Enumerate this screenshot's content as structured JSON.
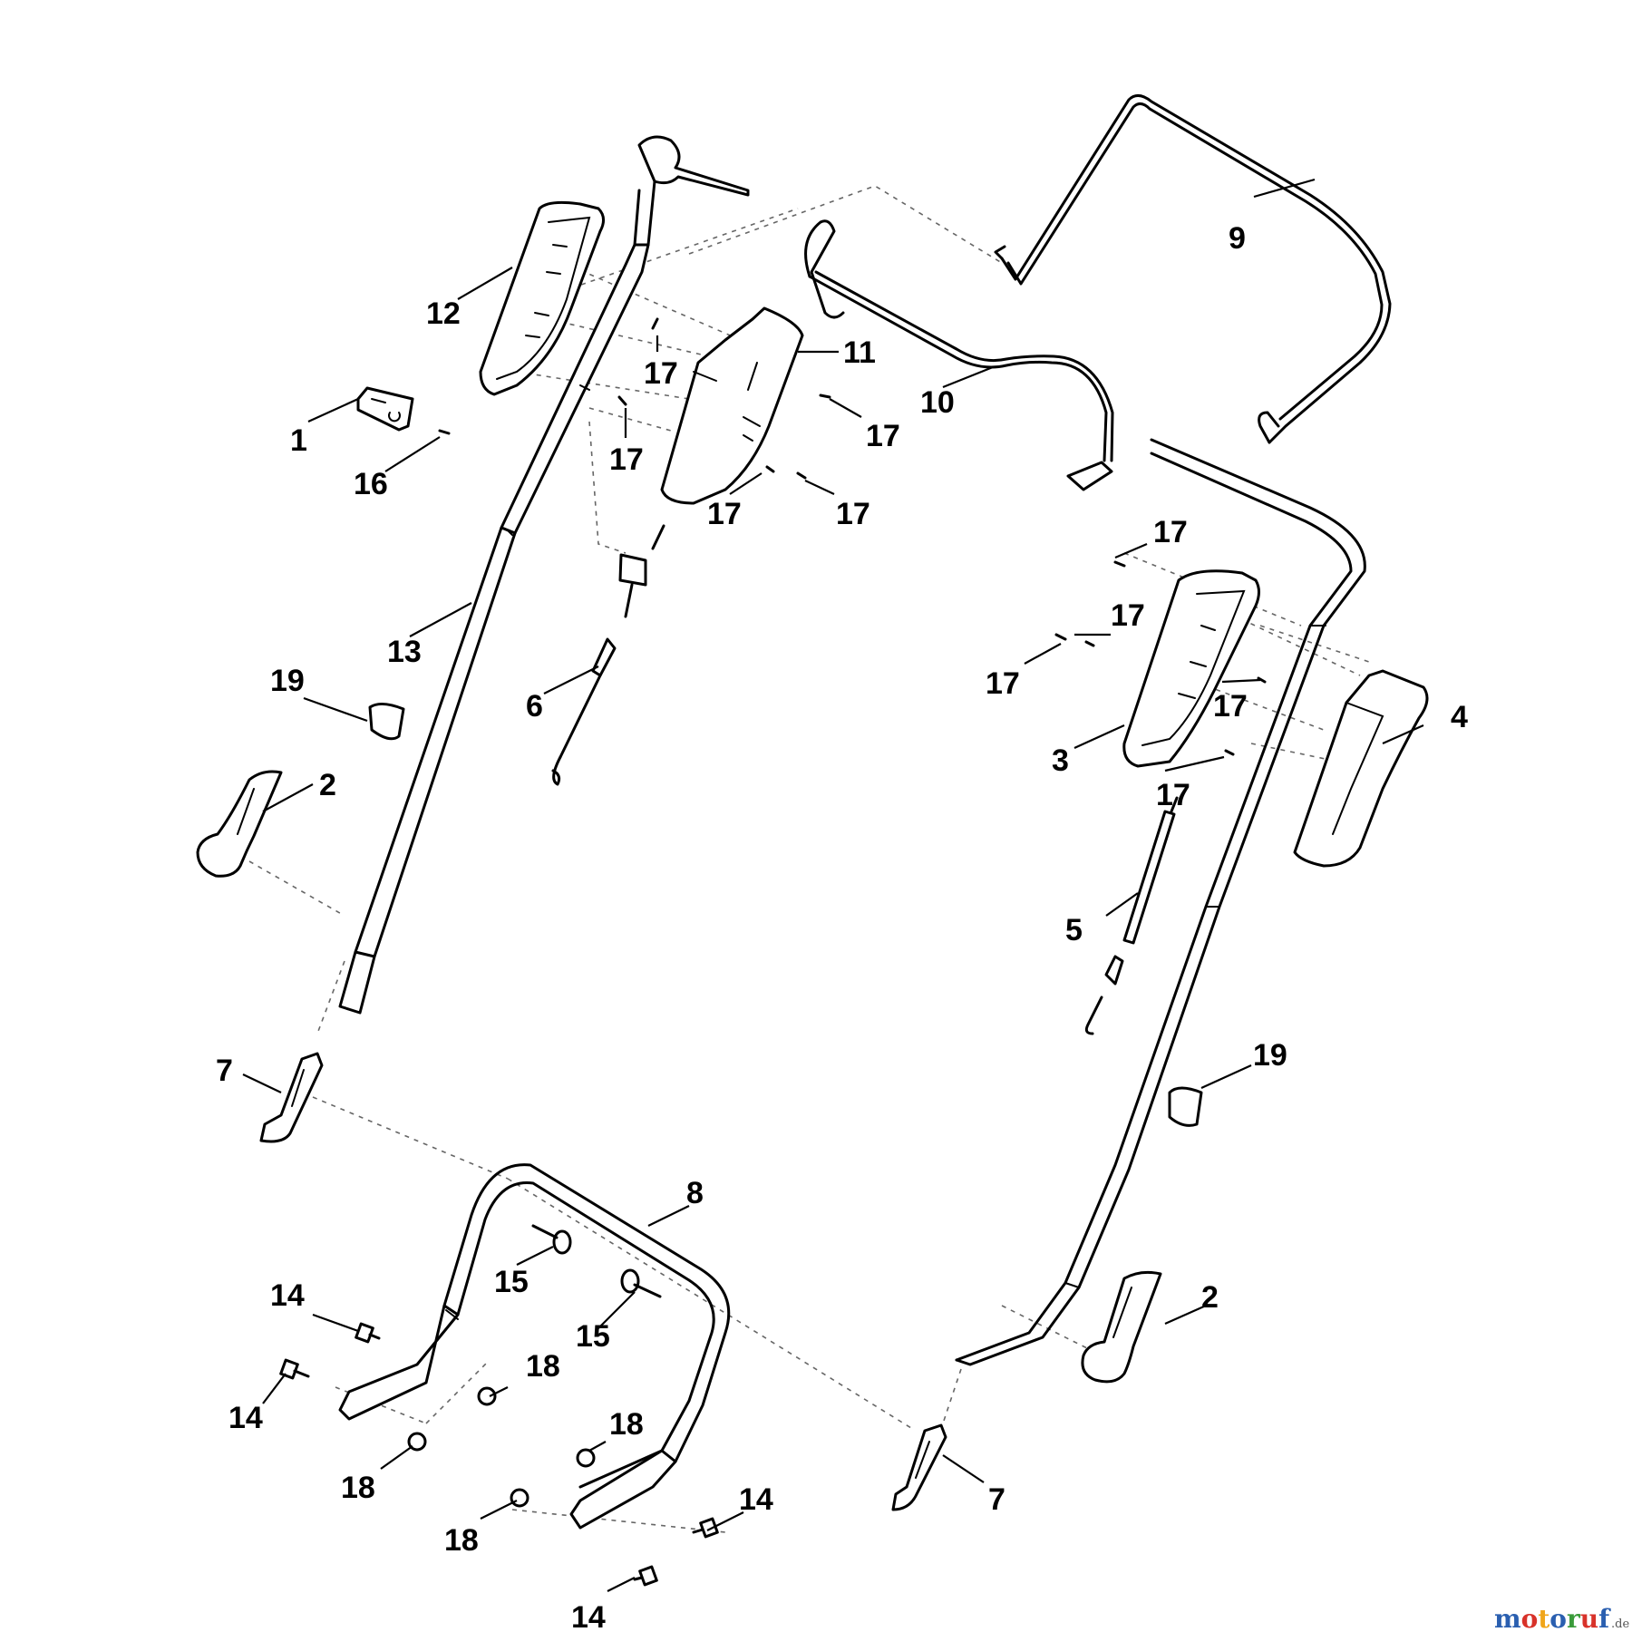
{
  "callouts": {
    "c1": "1",
    "c2a": "2",
    "c2b": "2",
    "c3": "3",
    "c4": "4",
    "c5": "5",
    "c6": "6",
    "c7a": "7",
    "c7b": "7",
    "c8": "8",
    "c9": "9",
    "c10": "10",
    "c11": "11",
    "c12": "12",
    "c13": "13",
    "c14a": "14",
    "c14b": "14",
    "c14c": "14",
    "c14d": "14",
    "c15a": "15",
    "c15b": "15",
    "c16": "16",
    "c17a": "17",
    "c17b": "17",
    "c17c": "17",
    "c17d": "17",
    "c17e": "17",
    "c17f": "17",
    "c17g": "17",
    "c17h": "17",
    "c17i": "17",
    "c17j": "17",
    "c18a": "18",
    "c18b": "18",
    "c18c": "18",
    "c18d": "18",
    "c19a": "19",
    "c19b": "19"
  },
  "watermark": {
    "name": "motoruf",
    "tld": ".de",
    "colors": [
      "#2a5fb0",
      "#d8322a",
      "#f0a51a",
      "#2a5fb0",
      "#3a9b3a",
      "#d8322a",
      "#2a5fb0"
    ]
  }
}
